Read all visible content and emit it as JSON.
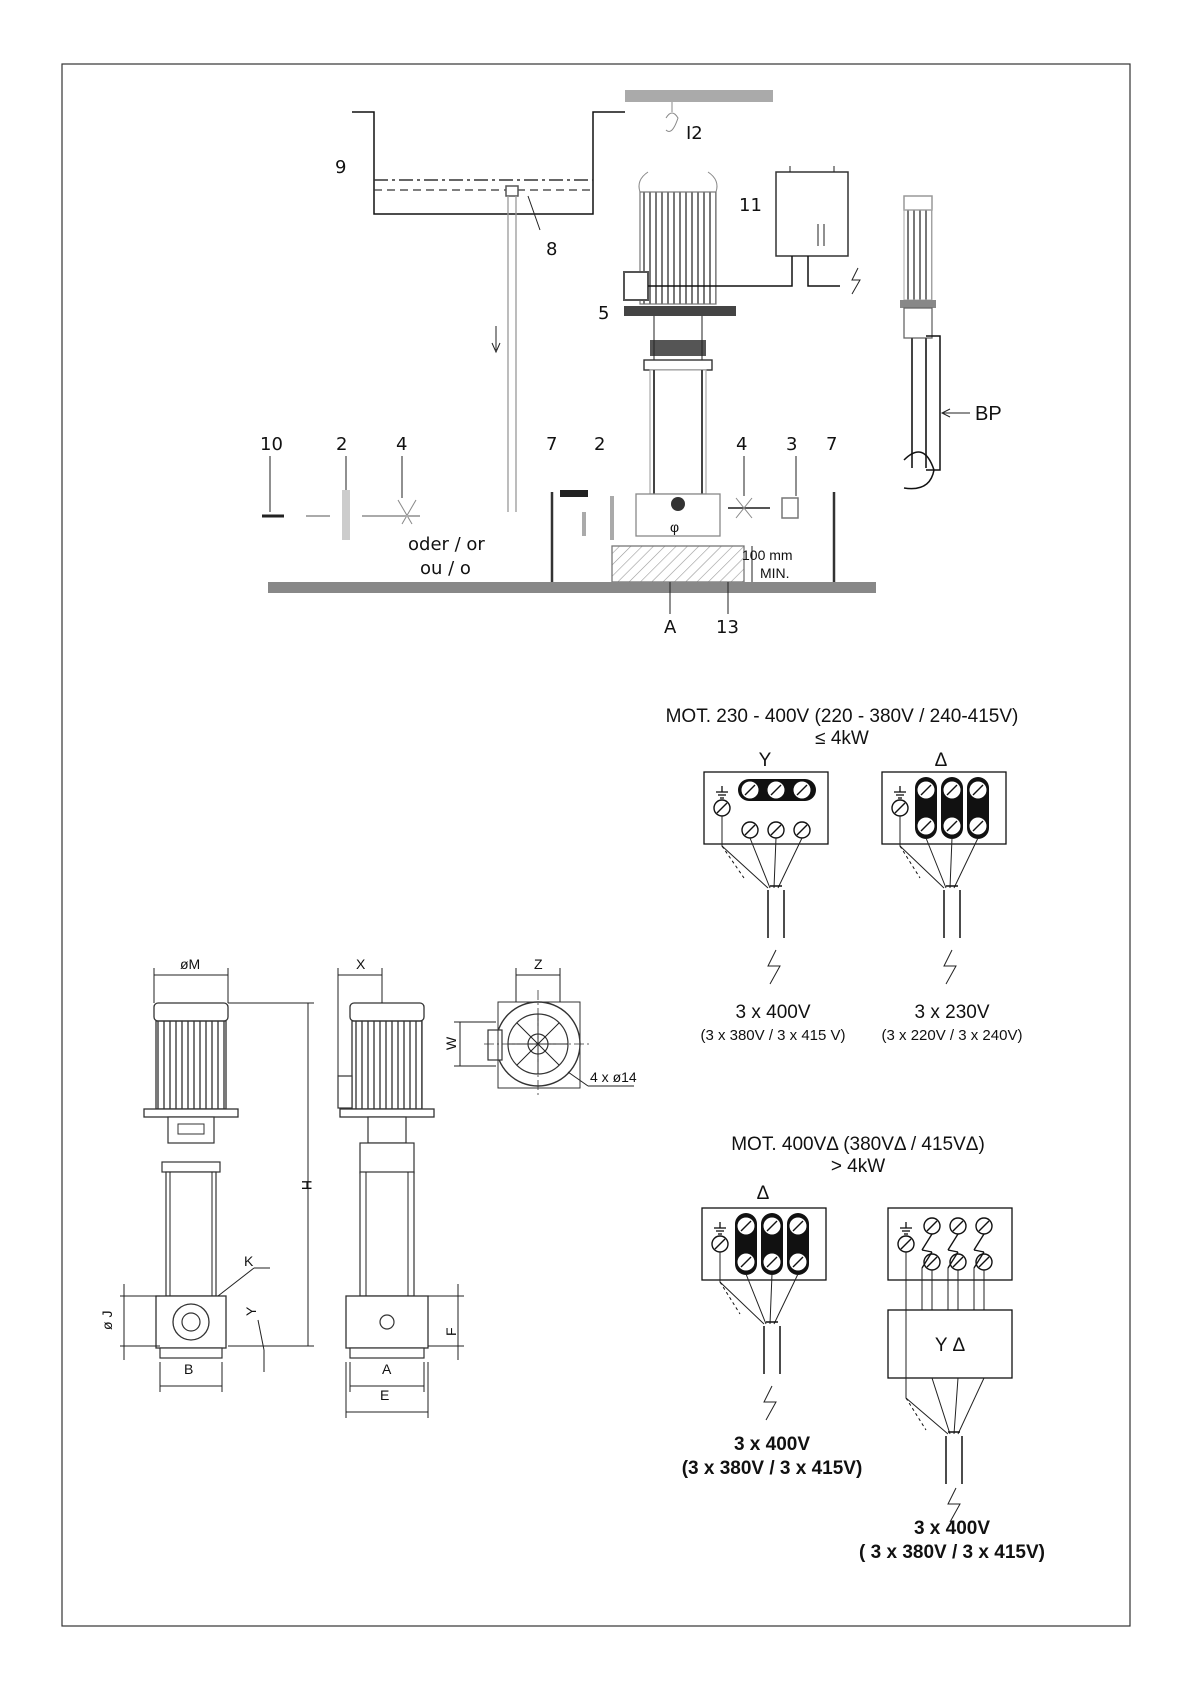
{
  "install": {
    "labels": [
      "9",
      "I2",
      "11",
      "8",
      "5",
      "BP",
      "10",
      "2",
      "4",
      "7",
      "2",
      "4",
      "3",
      "7",
      "A",
      "13"
    ],
    "oder": "oder / or",
    "ou": "ou / o",
    "min_clear": "100 mm",
    "min_label": "MIN."
  },
  "dims": {
    "oM": "øM",
    "X": "X",
    "Z": "Z",
    "W": "W",
    "bolt": "4 x ø14",
    "H": "H",
    "K": "K",
    "oJ": "ø J",
    "Y": "Y",
    "F": "F",
    "B": "B",
    "A": "A",
    "E": "E"
  },
  "wiring1": {
    "title": "MOT. 230 - 400V (220 - 380V / 240-415V)",
    "power": "≤ 4kW",
    "star": "Y",
    "delta": "Δ",
    "v_star": "3 x 400V",
    "v_star_alt": "(3 x 380V / 3 x 415 V)",
    "v_delta": "3 x 230V",
    "v_delta_alt": "(3 x 220V / 3 x 240V)"
  },
  "wiring2": {
    "title": "MOT. 400VΔ (380VΔ / 415VΔ)",
    "power": "> 4kW",
    "delta": "Δ",
    "starter": "Y Δ",
    "v_left": "3 x 400V",
    "v_left_alt": "(3 x 380V / 3 x 415V)",
    "v_right": "3 x 400V",
    "v_right_alt": "( 3 x 380V / 3 x 415V)"
  }
}
